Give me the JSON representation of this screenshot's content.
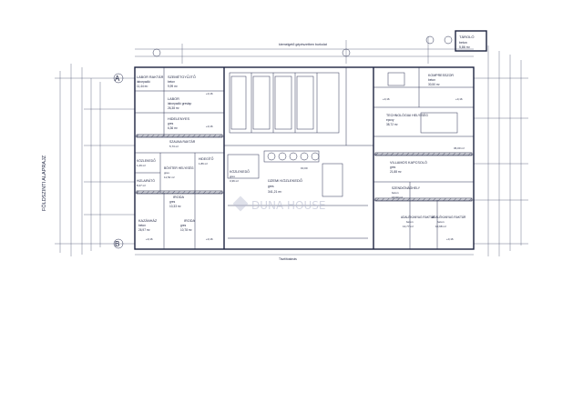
{
  "sheet": {
    "side_title": "FÖLDSZINTI ALAPRAJZ",
    "watermark": "DUNA HOUSE",
    "axis_a": "A",
    "axis_b": "B",
    "storage_box": {
      "title": "TÁROLÓ",
      "sub": "beton",
      "area": "5,86 m²"
    },
    "top_note": "kiemelgető gépészetben\nburkolat",
    "bottom_note": "Tisztítóaknás"
  },
  "rooms": [
    {
      "id": "labor-raktar",
      "title": "LABOR RAKTÁR",
      "sub": "laborpadló",
      "area": "11,44 m²"
    },
    {
      "id": "szemetgyujto",
      "title": "SZEMÉTGYŰJTŐ",
      "sub": "beton",
      "area": "9,99 m²"
    },
    {
      "id": "labor",
      "title": "LABOR",
      "sub": "laborpadló greslap",
      "area": "26,38 m²"
    },
    {
      "id": "hidelenyes",
      "title": "HIDELENYES",
      "sub": "gres",
      "area": "6,36 m²"
    },
    {
      "id": "szaunaraktar",
      "title": "SZAUNA RAKTÁR",
      "sub": "gres",
      "area": "5,73 m²"
    },
    {
      "id": "hidegito",
      "title": "HIDEGÍTŐ",
      "sub": "gres",
      "area": "1,86 m²"
    },
    {
      "id": "boviter",
      "title": "BÓVÍTER HELYISÉG",
      "sub": "gres",
      "area": "11,52 m²"
    },
    {
      "id": "kozlekedo",
      "title": "KÖZLEKEDŐ",
      "sub": "gres",
      "area": "1,29 m²"
    },
    {
      "id": "hiz-k",
      "title": "HIZLAIRÁTÓ",
      "sub": "gres",
      "area": "8,27 m²"
    },
    {
      "id": "kazanhaz",
      "title": "KAZÁNHÁZ",
      "sub": "beton",
      "area": "26,97 m²"
    },
    {
      "id": "iroda-1",
      "title": "IRODA",
      "sub": "gres",
      "area": "10,33 m²"
    },
    {
      "id": "iroda-2",
      "title": "IRODA",
      "sub": "gres",
      "area": "10,78 m²"
    },
    {
      "id": "kozlekedo-2",
      "title": "KÖZLEKEDŐ",
      "sub": "gres",
      "area": "3,36 m²"
    },
    {
      "id": "uzemi",
      "title": "ÜZEMI KÖZLEKEDŐ",
      "sub": "gres",
      "area": "341,21 m²"
    },
    {
      "id": "technologia",
      "title": "TECHNOLÓGIAI HELYISÉG",
      "sub": "epoxy",
      "area": "38,72 m²"
    },
    {
      "id": "kompresszor",
      "title": "KOMPRESSZOR",
      "sub": "beton",
      "area": "30,50 m²"
    },
    {
      "id": "villamos",
      "title": "VILLAMOS KAPCSOLÓ",
      "sub": "gres",
      "area": "21,88 m²"
    },
    {
      "id": "szendi",
      "title": "SZENDIÓNÁGHELY",
      "sub": "beton",
      "area": "16,93 m²"
    },
    {
      "id": "adalek-1",
      "title": "ADALÉKANYAG RAKTÁR",
      "sub": "beton",
      "area": "13,77 m²"
    },
    {
      "id": "adalek-2",
      "title": "ADALÉKANYAG RAKTÁR",
      "sub": "beton",
      "area": "10,98 m²"
    },
    {
      "id": "oldalso",
      "title": "",
      "sub": "",
      "area": "36,00 m²"
    }
  ],
  "levels": [
    "+0,16",
    "+0,16",
    "+0,16",
    "+0,16",
    "±0,00",
    "+0,16",
    "+0,16",
    "+0,16"
  ]
}
